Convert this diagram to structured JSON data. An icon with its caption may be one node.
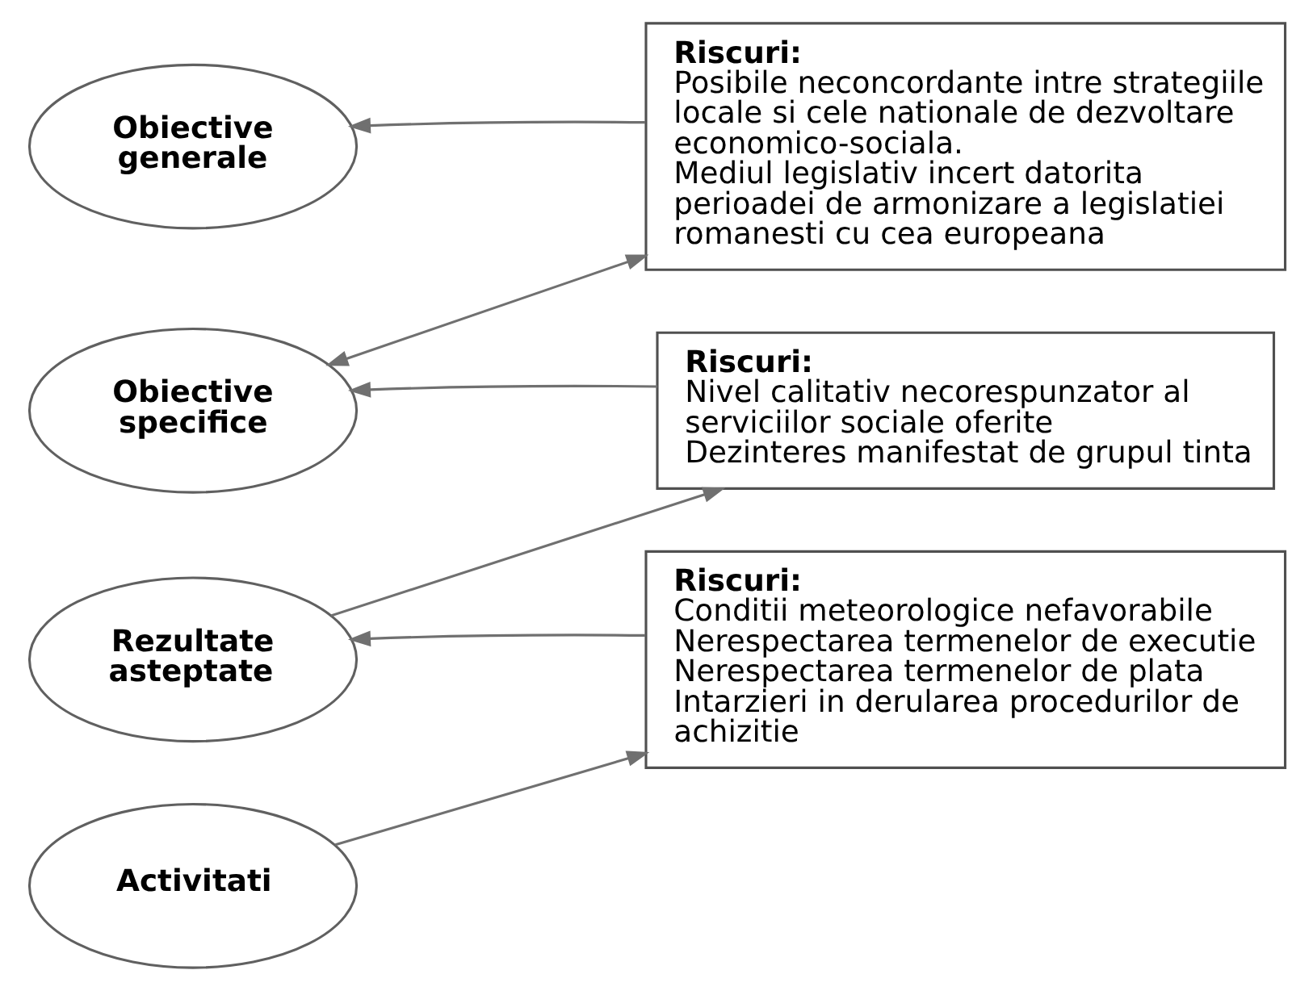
{
  "diagram": {
    "nodes": [
      {
        "text": [
          "Obiective generale"
        ]
      },
      {
        "text": [
          "Riscuri:",
          "Posibile neconcordante intre strategiile locale si cele nationale de dezvoltare economico-sociala.",
          "Mediul legislativ incert datorita perioadei de armonizare a legislatiei romanesti cu cea europeana"
        ]
      },
      {
        "text": [
          "Obiective specifice"
        ]
      },
      {
        "text": [
          "Riscuri:",
          "Nivel calitativ necorespunzator al serviciilor sociale oferite",
          "Dezinteres manifestat de grupul tinta"
        ]
      },
      {
        "text": [
          "Rezultate asteptate"
        ]
      },
      {
        "text": [
          "Riscuri:",
          "Conditii meteorologice nefavorabile",
          "Nerespectarea termenelor de executie",
          "Nerespectarea termenelor de plata",
          "Intarzieri in derularea procedurilor de achizitie"
        ]
      },
      {
        "text": [
          "Activitati"
        ]
      }
    ],
    "edges": [
      {
        "from": 1,
        "to": 0,
        "arrow": "to"
      },
      {
        "from": 2,
        "to": 1,
        "arrow": "both"
      },
      {
        "from": 3,
        "to": 2,
        "arrow": "to"
      },
      {
        "from": 4,
        "to": 3,
        "arrow": "to"
      },
      {
        "from": 5,
        "to": 4,
        "arrow": "to"
      },
      {
        "from": 6,
        "to": 5,
        "arrow": "to"
      }
    ]
  }
}
